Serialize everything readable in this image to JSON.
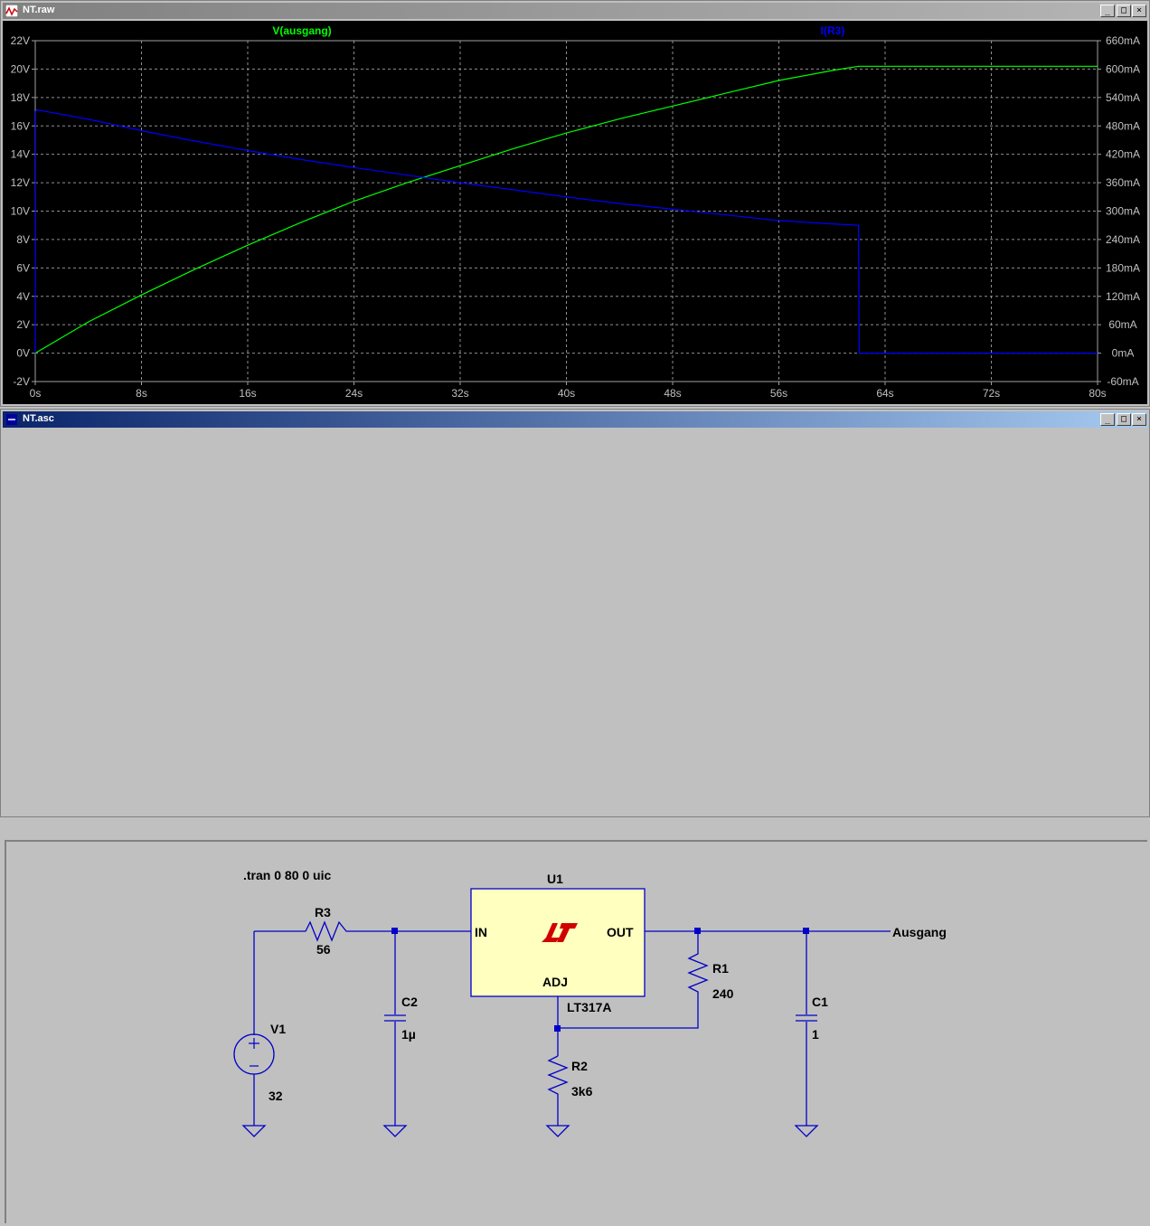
{
  "plot_window": {
    "title": "NT.raw",
    "controls": [
      "_",
      "□",
      "×"
    ]
  },
  "schematic_window": {
    "title": "NT.asc",
    "controls": [
      "_",
      "□",
      "×"
    ]
  },
  "chart_data": {
    "type": "line",
    "x_unit": "s",
    "xlim": [
      0,
      80
    ],
    "x_ticks": [
      "0s",
      "8s",
      "16s",
      "24s",
      "32s",
      "40s",
      "48s",
      "56s",
      "64s",
      "72s",
      "80s"
    ],
    "y_left": {
      "lim": [
        -2,
        22
      ],
      "ticks": [
        "-2V",
        "0V",
        "2V",
        "4V",
        "6V",
        "8V",
        "10V",
        "12V",
        "14V",
        "16V",
        "18V",
        "20V",
        "22V"
      ]
    },
    "y_right": {
      "lim": [
        -60,
        660
      ],
      "ticks": [
        "-60mA",
        "0mA",
        "60mA",
        "120mA",
        "180mA",
        "240mA",
        "300mA",
        "360mA",
        "420mA",
        "480mA",
        "540mA",
        "600mA",
        "660mA"
      ]
    },
    "grid": true,
    "series": [
      {
        "name": "V(ausgang)",
        "axis": "left",
        "color": "#00ff00",
        "x": [
          0,
          4,
          8,
          12,
          16,
          20,
          24,
          28,
          32,
          36,
          40,
          44,
          48,
          52,
          56,
          60,
          62,
          64,
          72,
          80
        ],
        "y": [
          0.0,
          2.2,
          4.1,
          5.9,
          7.6,
          9.2,
          10.7,
          12.0,
          13.2,
          14.4,
          15.5,
          16.5,
          17.4,
          18.3,
          19.2,
          19.9,
          20.2,
          20.2,
          20.2,
          20.2
        ]
      },
      {
        "name": "I(R3)",
        "axis": "right",
        "color": "#0000ff",
        "x": [
          0,
          0.02,
          0.1,
          4,
          8,
          12,
          16,
          20,
          24,
          28,
          32,
          36,
          40,
          44,
          48,
          52,
          56,
          60,
          62,
          62.05,
          64,
          72,
          80
        ],
        "y": [
          0,
          510,
          514,
          494,
          470,
          448,
          428,
          409,
          392,
          376,
          360,
          345,
          330,
          316,
          304,
          292,
          280,
          273,
          270,
          0,
          0,
          0,
          0
        ]
      }
    ]
  },
  "schematic": {
    "directive": ".tran 0 80 0 uic",
    "r3": {
      "name": "R3",
      "value": "56"
    },
    "c2": {
      "name": "C2",
      "value": "1µ"
    },
    "v1": {
      "name": "V1",
      "value": "32"
    },
    "u1": {
      "name": "U1",
      "part": "LT317A",
      "pin_in": "IN",
      "pin_out": "OUT",
      "pin_adj": "ADJ",
      "logo": "LT"
    },
    "r1": {
      "name": "R1",
      "value": "240"
    },
    "r2": {
      "name": "R2",
      "value": "3k6"
    },
    "c1": {
      "name": "C1",
      "value": "1"
    },
    "net_label": "Ausgang",
    "wire_color": "#0000c8",
    "ic_fill": "#ffffc0"
  }
}
